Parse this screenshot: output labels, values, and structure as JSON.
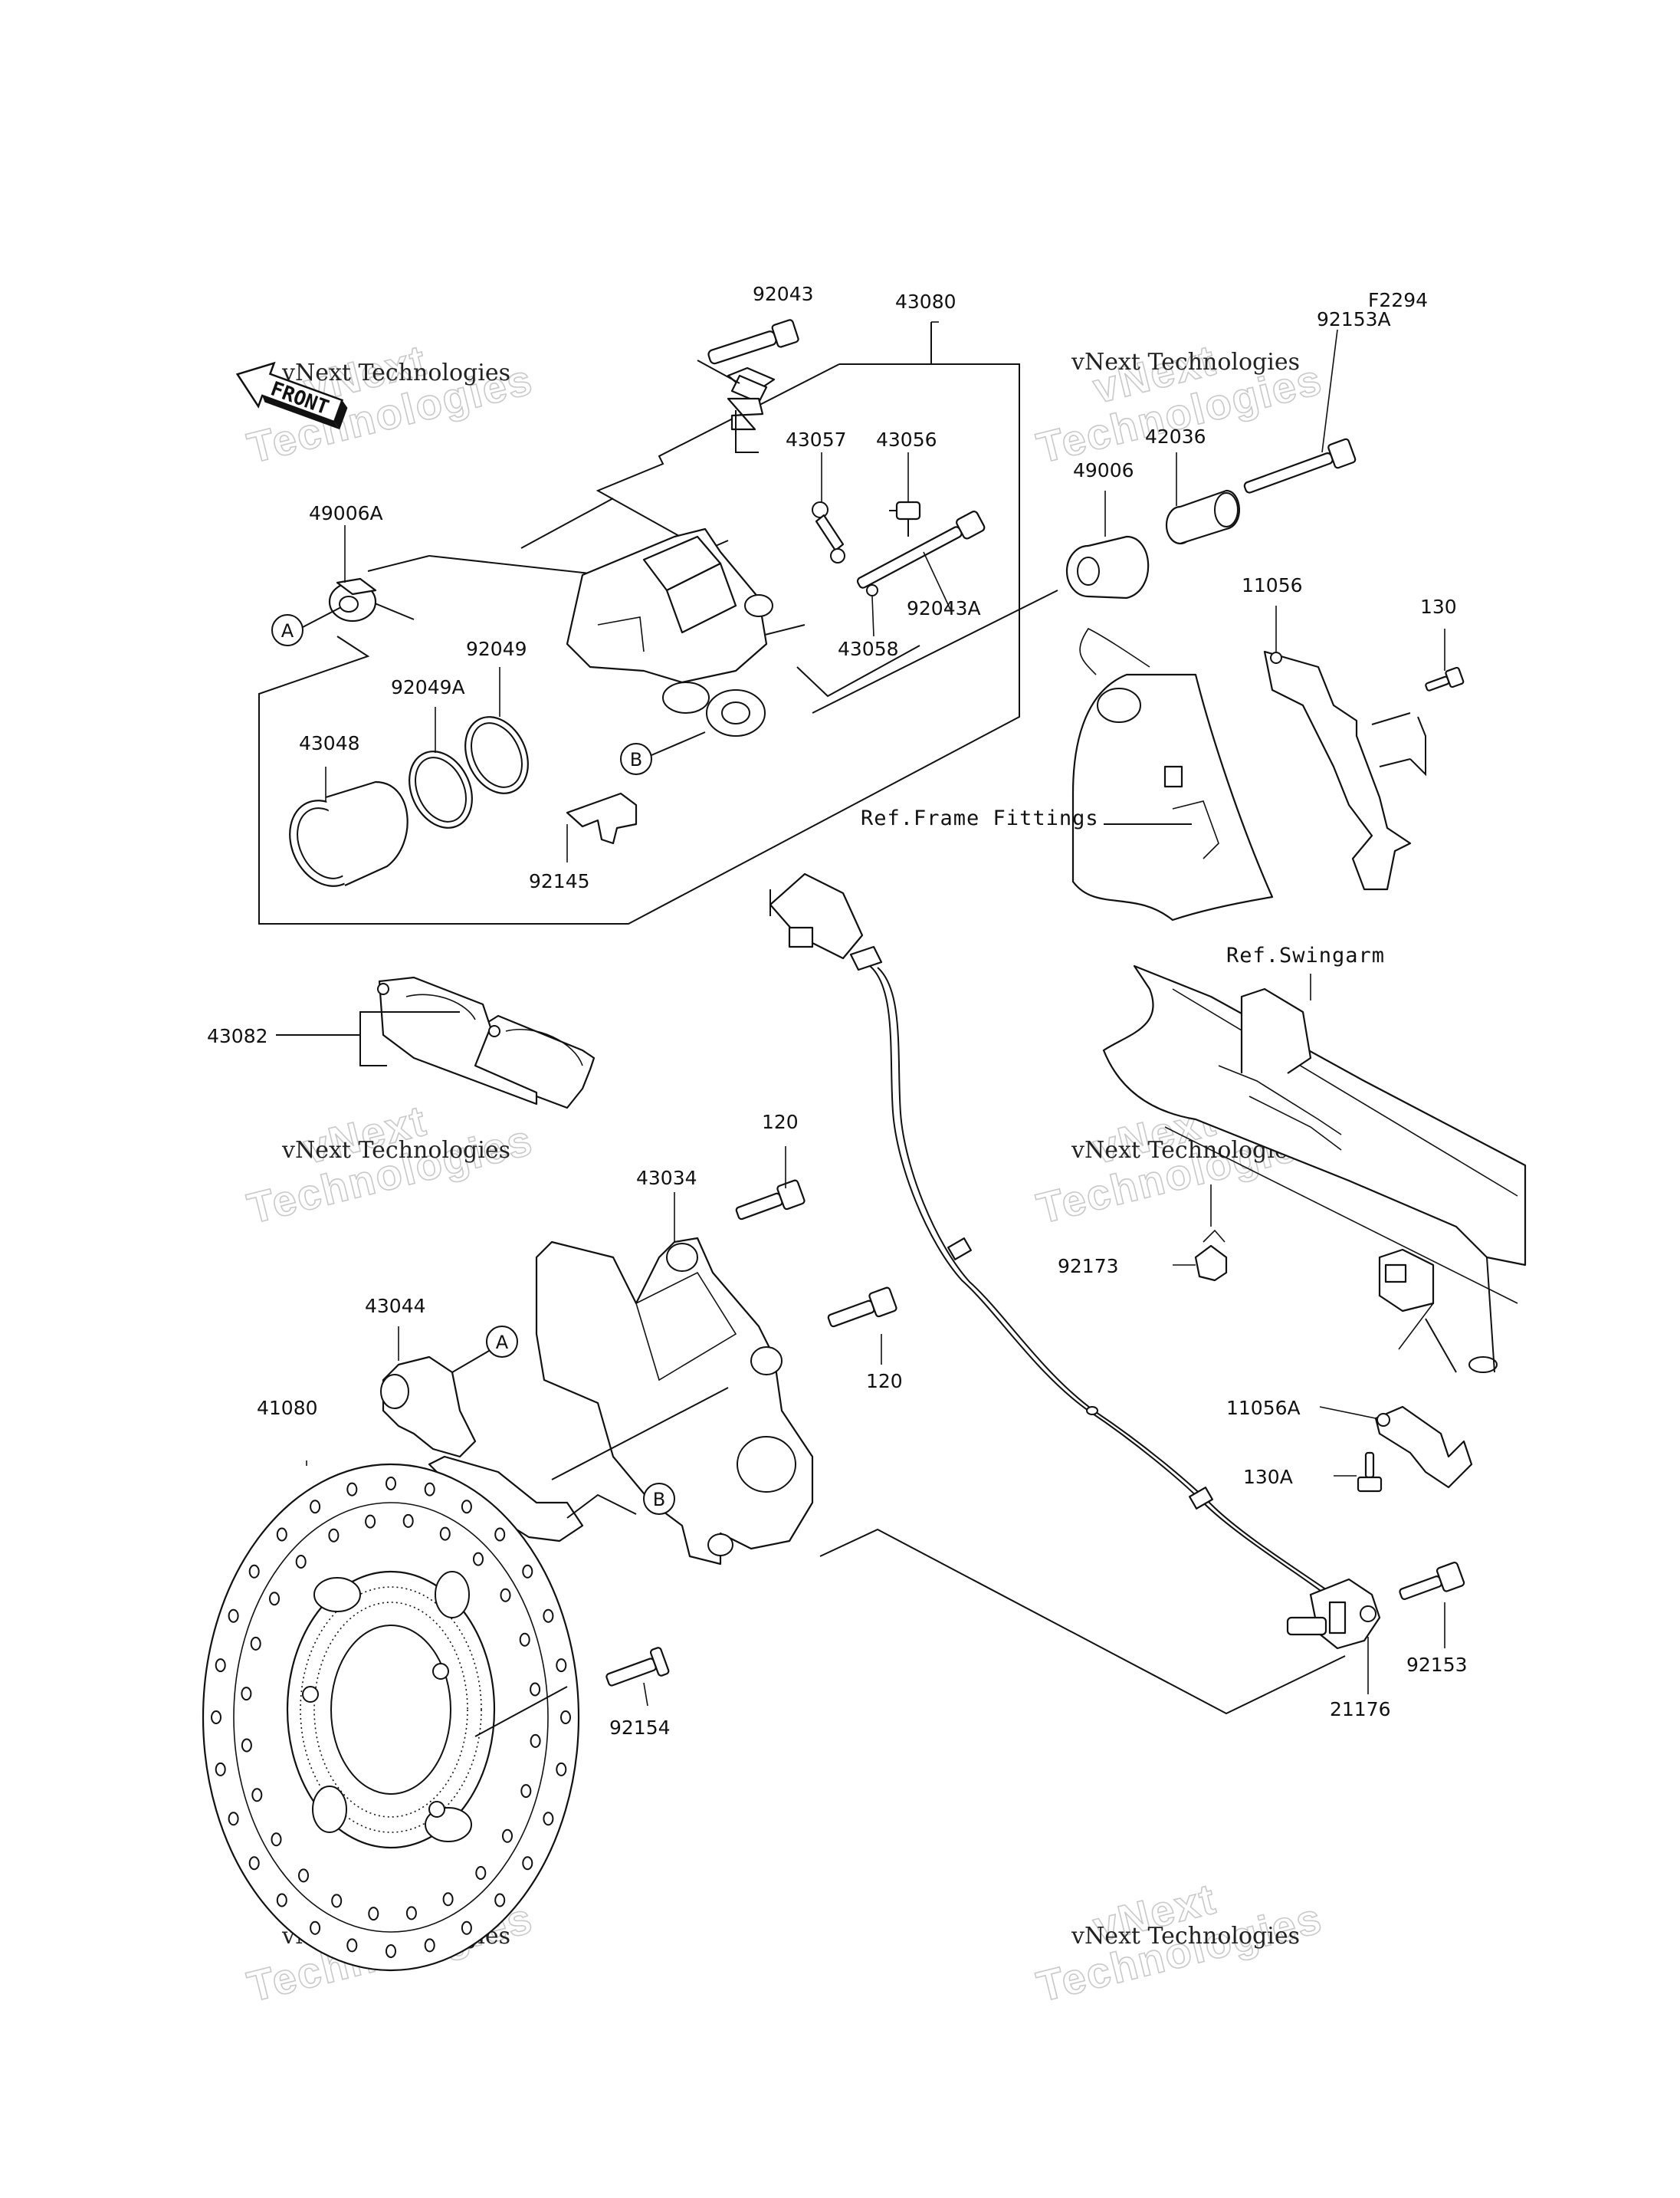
{
  "diagram_code": "F2294",
  "front_marker": "FRONT",
  "parts": [
    {
      "id": "p92043",
      "label": "92043"
    },
    {
      "id": "p43080",
      "label": "43080"
    },
    {
      "id": "p92153A",
      "label": "92153A"
    },
    {
      "id": "p43057",
      "label": "43057"
    },
    {
      "id": "p43056",
      "label": "43056"
    },
    {
      "id": "p42036",
      "label": "42036"
    },
    {
      "id": "p49006",
      "label": "49006"
    },
    {
      "id": "p49006A",
      "label": "49006A"
    },
    {
      "id": "p92043A",
      "label": "92043A"
    },
    {
      "id": "p11056",
      "label": "11056"
    },
    {
      "id": "p130",
      "label": "130"
    },
    {
      "id": "p43058",
      "label": "43058"
    },
    {
      "id": "p92049",
      "label": "92049"
    },
    {
      "id": "p92049A",
      "label": "92049A"
    },
    {
      "id": "p43048",
      "label": "43048"
    },
    {
      "id": "p92145",
      "label": "92145"
    },
    {
      "id": "p43082",
      "label": "43082"
    },
    {
      "id": "p120a",
      "label": "120"
    },
    {
      "id": "p43034",
      "label": "43034"
    },
    {
      "id": "p92173",
      "label": "92173"
    },
    {
      "id": "p120b",
      "label": "120"
    },
    {
      "id": "p43044",
      "label": "43044"
    },
    {
      "id": "p11056A",
      "label": "11056A"
    },
    {
      "id": "p41080",
      "label": "41080"
    },
    {
      "id": "p130A",
      "label": "130A"
    },
    {
      "id": "p92153",
      "label": "92153"
    },
    {
      "id": "p92154",
      "label": "92154"
    },
    {
      "id": "p21176",
      "label": "21176"
    }
  ],
  "references": {
    "frame_fittings": "Ref.Frame Fittings",
    "swingarm": "Ref.Swingarm"
  },
  "callouts": {
    "a": "A",
    "b": "B"
  },
  "watermark": {
    "line1": "vNext",
    "line2": "Technologies",
    "caption": "vNext Technologies"
  }
}
